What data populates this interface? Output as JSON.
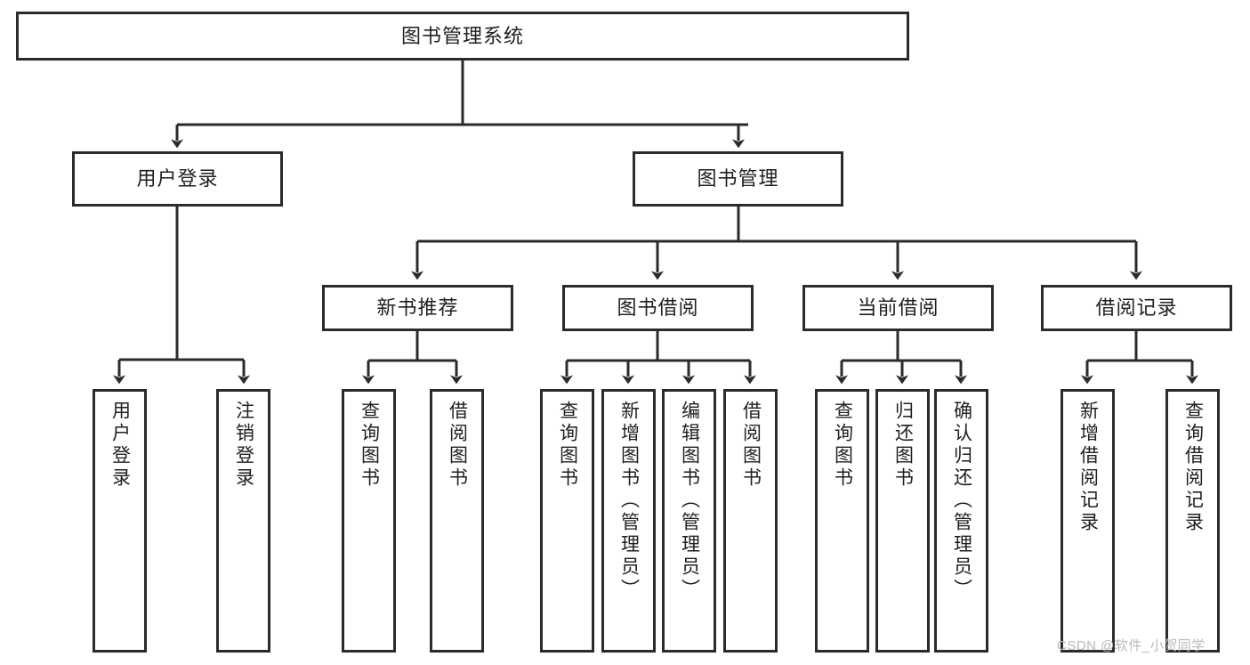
{
  "diagram": {
    "title": "图书管理系统",
    "type": "hierarchy-tree",
    "root": {
      "id": "root",
      "label": "图书管理系统"
    },
    "level2": [
      {
        "id": "user-login",
        "label": "用户登录"
      },
      {
        "id": "book-management",
        "label": "图书管理"
      }
    ],
    "level3": [
      {
        "id": "new-book-recommend",
        "label": "新书推荐"
      },
      {
        "id": "book-borrow",
        "label": "图书借阅"
      },
      {
        "id": "current-borrow",
        "label": "当前借阅"
      },
      {
        "id": "borrow-record",
        "label": "借阅记录"
      }
    ],
    "leaves": {
      "user_login": [
        {
          "id": "leaf-user-login",
          "label": "用户登录"
        },
        {
          "id": "leaf-logout-login",
          "label": "注销登录"
        }
      ],
      "new_book_recommend": [
        {
          "id": "leaf-query-book-1",
          "label": "查询图书"
        },
        {
          "id": "leaf-borrow-book-1",
          "label": "借阅图书"
        }
      ],
      "book_borrow": [
        {
          "id": "leaf-query-book-2",
          "label": "查询图书"
        },
        {
          "id": "leaf-add-book",
          "label": "新增图书（管理员）"
        },
        {
          "id": "leaf-edit-book",
          "label": "编辑图书（管理员）"
        },
        {
          "id": "leaf-borrow-book-2",
          "label": "借阅图书"
        }
      ],
      "current_borrow": [
        {
          "id": "leaf-query-book-3",
          "label": "查询图书"
        },
        {
          "id": "leaf-return-book",
          "label": "归还图书"
        },
        {
          "id": "leaf-confirm-return",
          "label": "确认归还（管理员）"
        }
      ],
      "borrow_record": [
        {
          "id": "leaf-add-borrow-record",
          "label": "新增借阅记录"
        },
        {
          "id": "leaf-query-borrow-record",
          "label": "查询借阅记录"
        }
      ]
    }
  },
  "watermark": {
    "text": "CSDN @软件_小贺同学"
  },
  "colors": {
    "stroke": "#2b2b2b",
    "fill": "#ffffff",
    "text": "#1f1f1f",
    "watermark": "#b9b9b9"
  }
}
